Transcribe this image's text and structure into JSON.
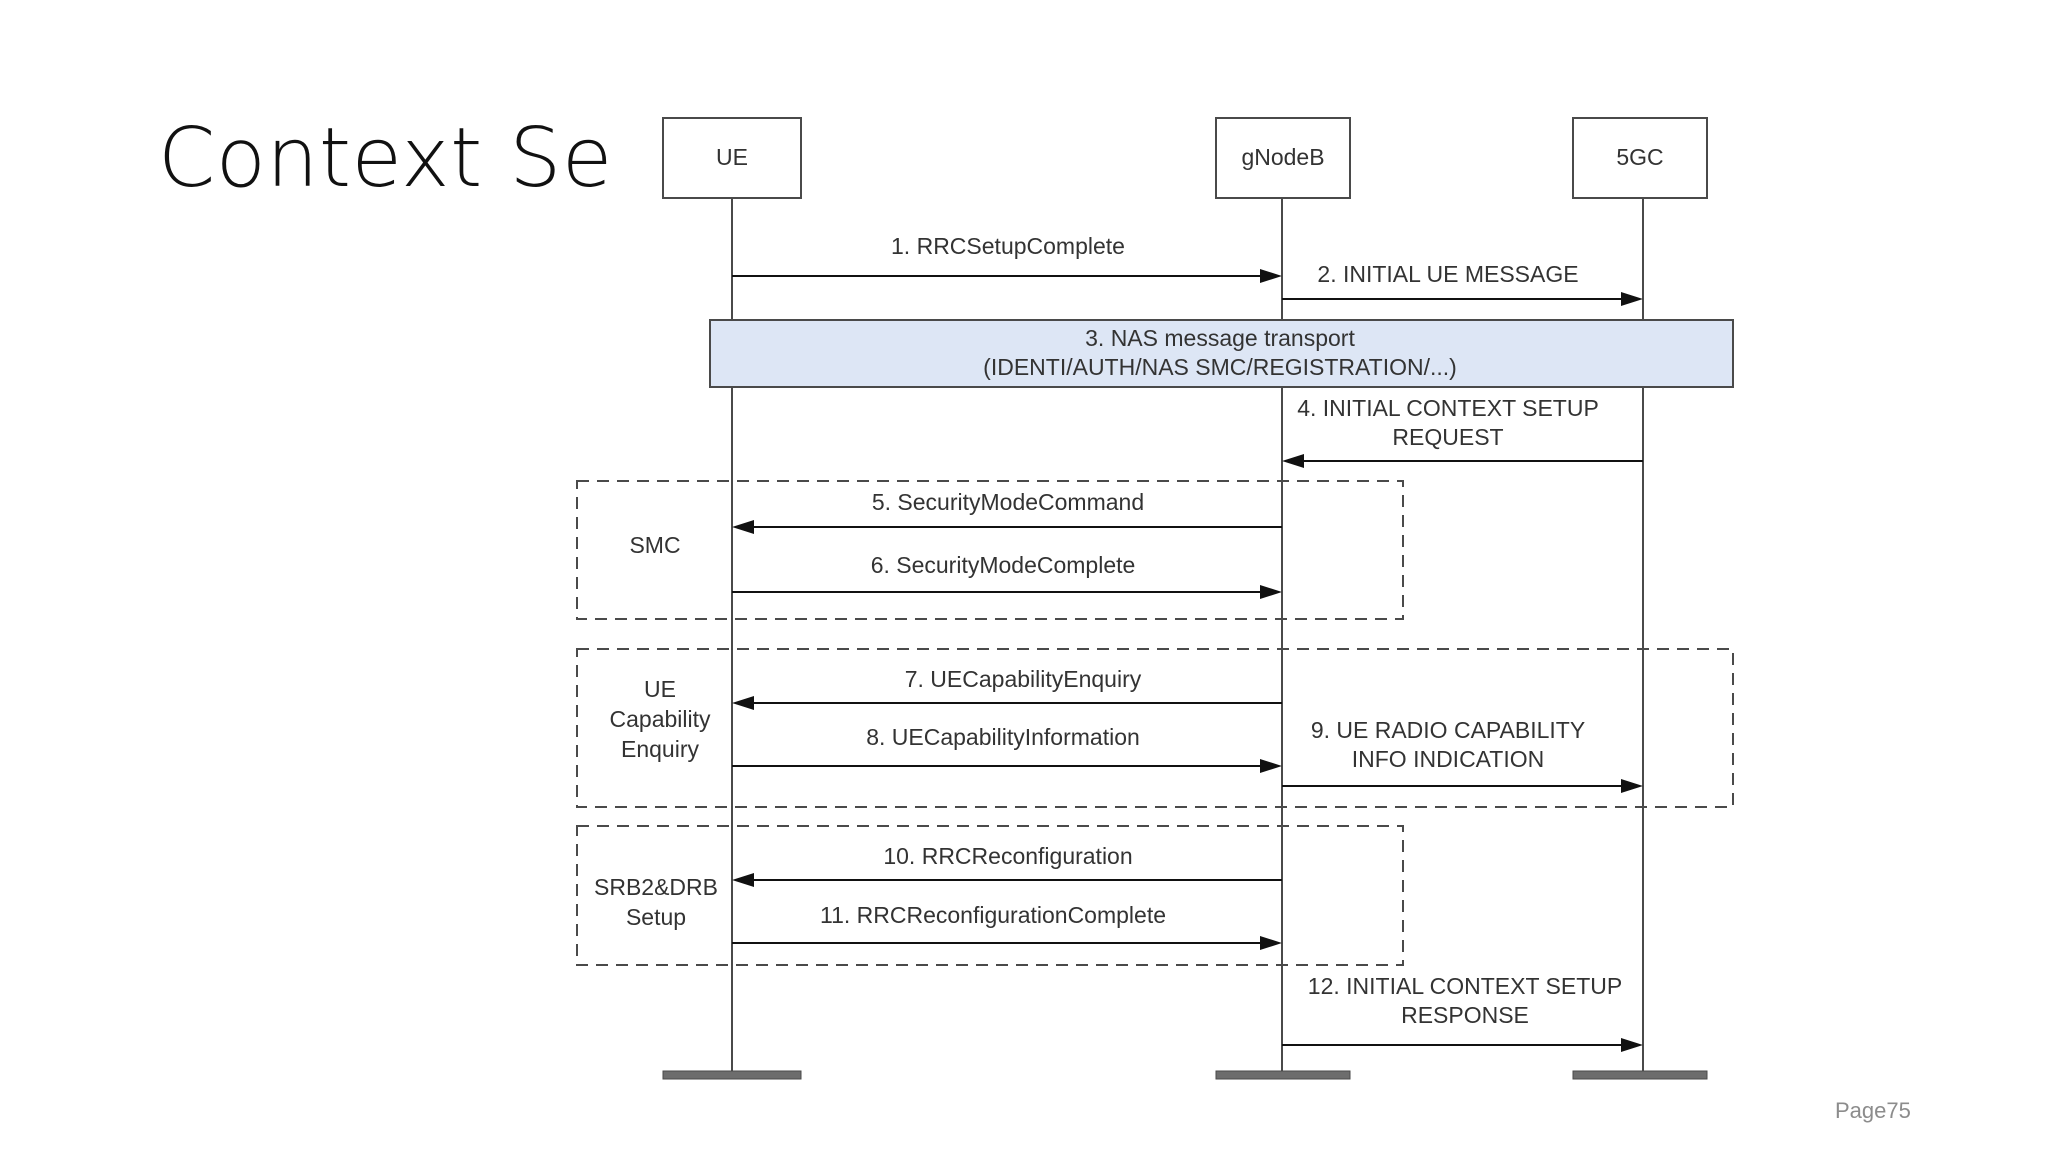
{
  "slide": {
    "title": "Context Se",
    "page_number": "Page75"
  },
  "diagram": {
    "entities": [
      {
        "id": "ue",
        "label": "UE"
      },
      {
        "id": "gnb",
        "label": "gNodeB"
      },
      {
        "id": "core",
        "label": "5GC"
      }
    ],
    "nas_transport": {
      "lines": [
        "3. NAS message transport",
        "(IDENTI/AUTH/NAS SMC/REGISTRATION/...)"
      ]
    },
    "groups": [
      {
        "id": "smc",
        "label_lines": [
          "SMC"
        ]
      },
      {
        "id": "capability",
        "label_lines": [
          "UE",
          "Capability",
          "Enquiry"
        ]
      },
      {
        "id": "srb",
        "label_lines": [
          "SRB2&DRB",
          "Setup"
        ]
      }
    ],
    "messages": [
      {
        "from": "ue",
        "to": "gnb",
        "lines": [
          "1. RRCSetupComplete"
        ]
      },
      {
        "from": "gnb",
        "to": "core",
        "lines": [
          "2. INITIAL UE MESSAGE"
        ]
      },
      {
        "from": "core",
        "to": "gnb",
        "lines": [
          "4. INITIAL CONTEXT SETUP",
          "REQUEST"
        ]
      },
      {
        "from": "gnb",
        "to": "ue",
        "lines": [
          "5. SecurityModeCommand"
        ]
      },
      {
        "from": "ue",
        "to": "gnb",
        "lines": [
          "6. SecurityModeComplete"
        ]
      },
      {
        "from": "gnb",
        "to": "ue",
        "lines": [
          "7. UECapabilityEnquiry"
        ]
      },
      {
        "from": "ue",
        "to": "gnb",
        "lines": [
          "8. UECapabilityInformation"
        ]
      },
      {
        "from": "gnb",
        "to": "core",
        "lines": [
          "9. UE RADIO CAPABILITY",
          "INFO INDICATION"
        ]
      },
      {
        "from": "gnb",
        "to": "ue",
        "lines": [
          "10. RRCReconfiguration"
        ]
      },
      {
        "from": "ue",
        "to": "gnb",
        "lines": [
          "11. RRCReconfigurationComplete"
        ]
      },
      {
        "from": "gnb",
        "to": "core",
        "lines": [
          "12. INITIAL CONTEXT SETUP",
          "RESPONSE"
        ]
      }
    ]
  }
}
